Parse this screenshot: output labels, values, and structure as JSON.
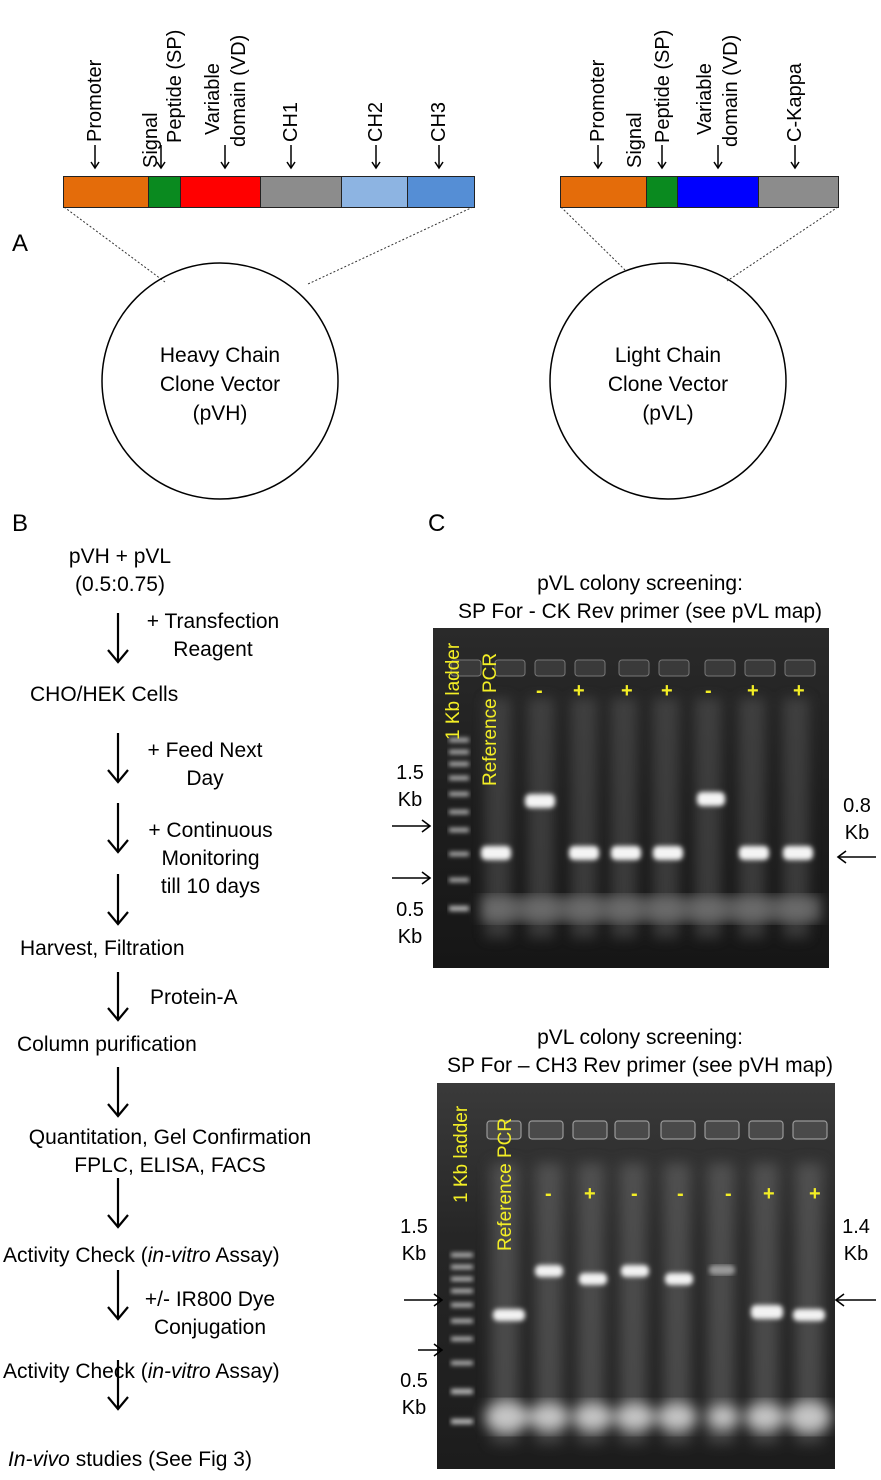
{
  "panels": {
    "a": "A",
    "b": "B",
    "c": "C"
  },
  "heavy_map": {
    "labels": [
      "Promoter",
      "Signal",
      "Peptide (SP)",
      "Variable",
      "domain (VD)",
      "CH1",
      "CH2",
      "CH3"
    ],
    "vector": [
      "Heavy Chain",
      "Clone Vector",
      "(pVH)"
    ],
    "colors": {
      "promoter": "#e46c0a",
      "sp": "#0a8a1f",
      "vd": "#ff0000",
      "ch1": "#8c8c8c",
      "ch2": "#8db4e2",
      "ch3": "#558ed5"
    }
  },
  "light_map": {
    "labels": [
      "Promoter",
      "Signal",
      "Peptide (SP)",
      "Variable",
      "domain (VD)",
      "C-Kappa"
    ],
    "vector": [
      "Light Chain",
      "Clone Vector",
      "(pVL)"
    ],
    "colors": {
      "promoter": "#e46c0a",
      "sp": "#0a8a1f",
      "vd": "#0000ff",
      "ck": "#8c8c8c"
    }
  },
  "flow": {
    "start": [
      "pVH + pVL",
      "(0.5:0.75)"
    ],
    "s1": [
      "+ Transfection",
      "Reagent"
    ],
    "cells": "CHO/HEK Cells",
    "s2": [
      "+ Feed Next",
      "Day"
    ],
    "s3": [
      "+ Continuous",
      "Monitoring",
      "till 10 days"
    ],
    "harvest": "Harvest, Filtration",
    "protein": "Protein-A",
    "column": "Column purification",
    "quant": [
      "Quantitation, Gel Confirmation",
      "FPLC, ELISA, FACS"
    ],
    "activity1": {
      "pre": "Activity Check (",
      "it": "in-vitro",
      "post": " Assay)"
    },
    "dye": [
      "+/- IR800 Dye",
      "Conjugation"
    ],
    "activity2": {
      "pre": "Activity Check (",
      "it": "in-vitro",
      "post": " Assay)"
    },
    "invivo": {
      "it": "In-vivo",
      "post": " studies (See Fig 3)"
    }
  },
  "gel1": {
    "title": [
      "pVL colony screening:",
      "SP For - CK Rev primer (see pVL map)"
    ],
    "ladder": "1 Kb ladder",
    "reference": "Reference PCR",
    "signs": [
      "-",
      "+",
      "+",
      "+",
      "-",
      "+",
      "+"
    ],
    "left": [
      "1.5",
      "Kb",
      "0.5",
      "Kb"
    ],
    "right": [
      "0.8",
      "Kb"
    ]
  },
  "gel2": {
    "title": [
      "pVL colony screening:",
      "SP For – CH3 Rev primer (see pVH map)"
    ],
    "ladder": "1 Kb ladder",
    "reference": "Reference PCR",
    "signs": [
      "-",
      "+",
      "-",
      "-",
      "-",
      "+",
      "+"
    ],
    "left": [
      "1.5",
      "Kb",
      "0.5",
      "Kb"
    ],
    "right": [
      "1.4",
      "Kb"
    ]
  }
}
